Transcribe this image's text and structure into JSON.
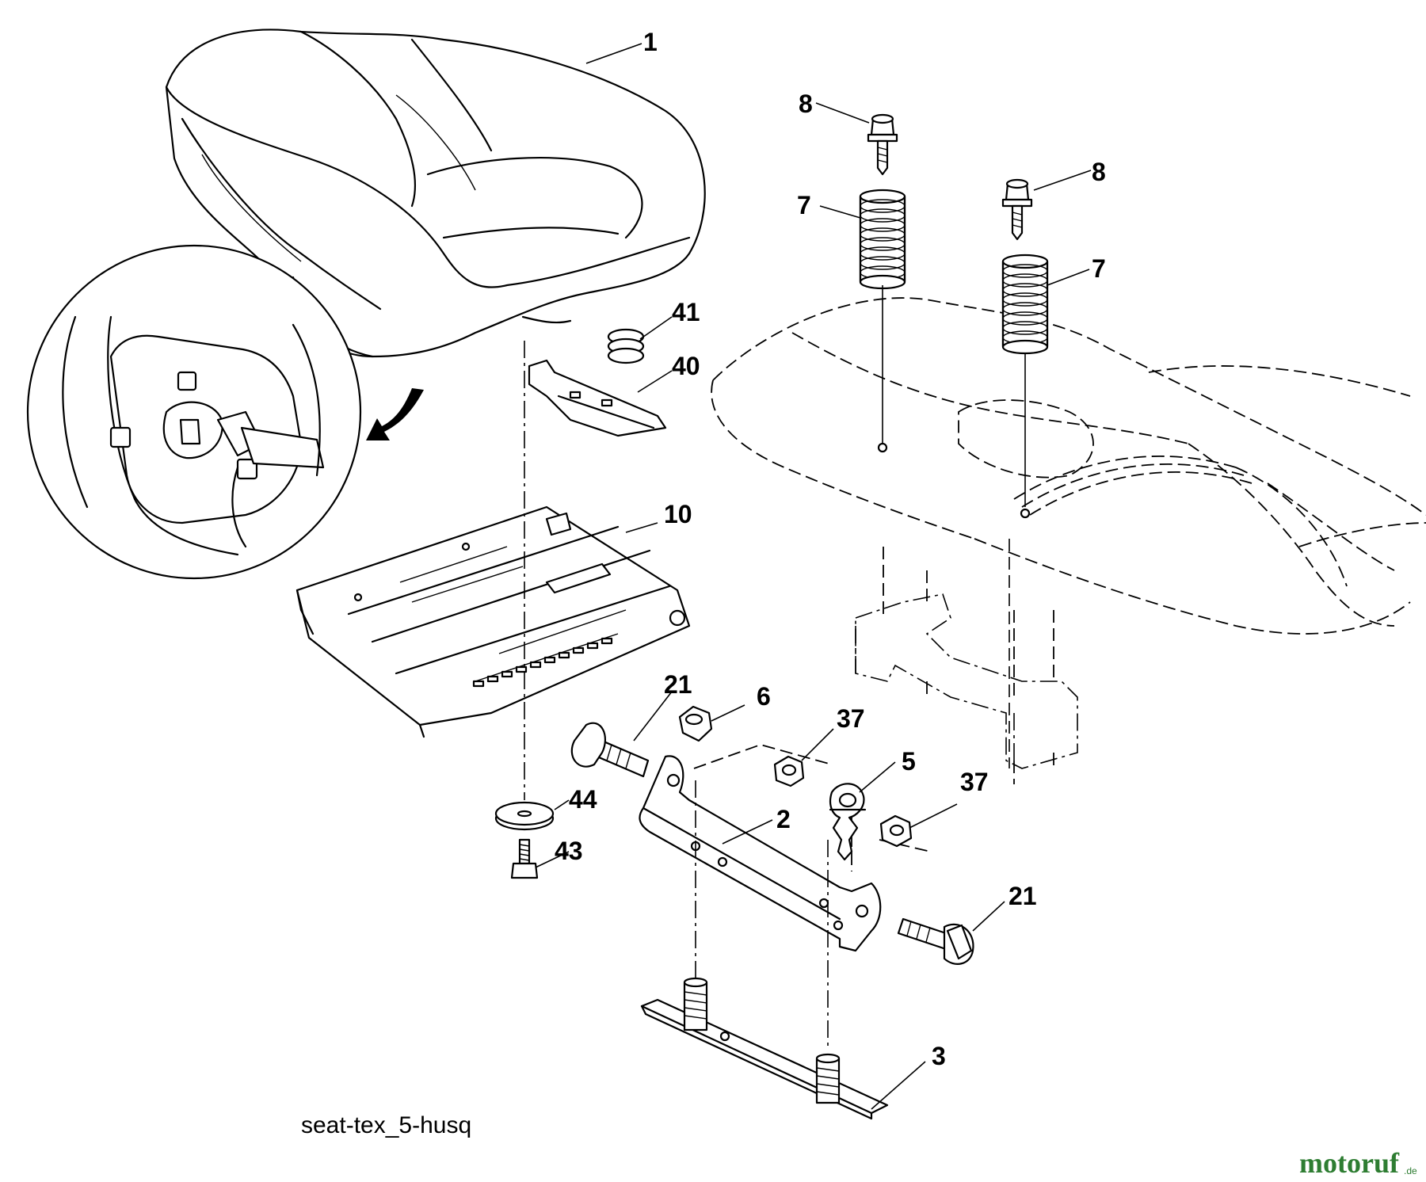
{
  "callouts": {
    "c1": "1",
    "c2": "2",
    "c3": "3",
    "c5": "5",
    "c6": "6",
    "c7a": "7",
    "c7b": "7",
    "c8a": "8",
    "c8b": "8",
    "c10": "10",
    "c21a": "21",
    "c21b": "21",
    "c37a": "37",
    "c37b": "37",
    "c40": "40",
    "c41": "41",
    "c43": "43",
    "c44": "44"
  },
  "caption": "seat-tex_5-husq",
  "watermark": {
    "brand": "motoruf",
    "suffix": ".de"
  },
  "colors": {
    "line": "#000000",
    "background": "#ffffff",
    "watermark_primary": "#2e7d32",
    "watermark_accent": "#e65100"
  }
}
